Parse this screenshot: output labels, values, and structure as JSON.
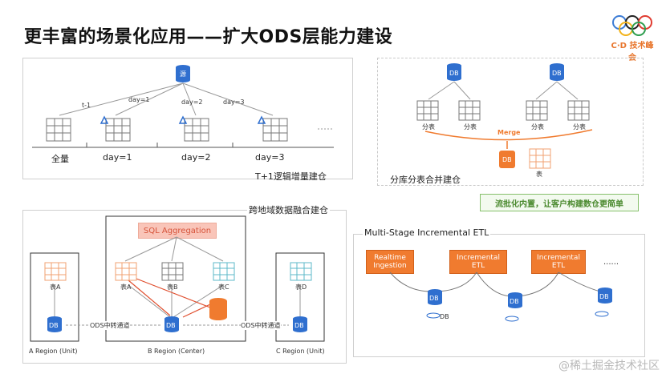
{
  "title": "更丰富的场景化应用——扩大ODS层能力建设",
  "logo_text": "C·D 技术峰会",
  "watermark": "@稀土掘金技术社区",
  "panel_tl": {
    "db_label": "源",
    "arrow_labels": [
      "t-1",
      "day=1",
      "day=2",
      "day=3"
    ],
    "tl_labels": [
      "全量",
      "day=1",
      "day=2",
      "day=3"
    ],
    "caption": "T+1逻辑增量建仓"
  },
  "panel_tr": {
    "db_labels": [
      "DB",
      "DB"
    ],
    "grid_labels": [
      "分表",
      "分表",
      "分表",
      "分表"
    ],
    "merge_label": "Merge",
    "orange_db": "DB",
    "result_label": "表",
    "caption": "分库分表合并建仓"
  },
  "badge": "流批化内置，让客户构建数仓更简单",
  "panel_bl": {
    "caption": "跨地域数据融合建仓",
    "sql_label": "SQL Aggregation",
    "grid_labels": [
      "表A",
      "表A",
      "表B",
      "表C",
      "表D"
    ],
    "db_labels": [
      "DB",
      "DB",
      "DB"
    ],
    "link_labels": [
      "ODS中转通道",
      "ODS中转通道"
    ],
    "region_labels": [
      "A Region (Unit)",
      "B Region (Center)",
      "C Region (Unit)"
    ]
  },
  "panel_br": {
    "caption": "Multi-Stage Incremental ETL",
    "stage1": "Realtime Ingestion",
    "stage2": "Incremental ETL",
    "stage3": "Incremental ETL",
    "ellipsis": "......",
    "db_labels": [
      "DB",
      "DB",
      "DB",
      "DB"
    ]
  }
}
